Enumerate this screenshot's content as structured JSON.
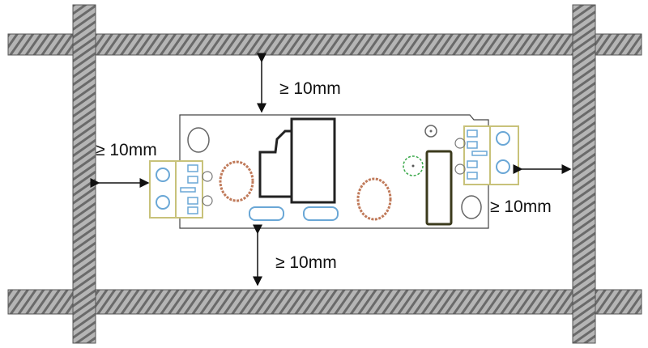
{
  "labels": {
    "top_clearance": "≥ 10mm",
    "bottom_clearance": "≥ 10mm",
    "left_clearance": "≥ 10mm",
    "right_clearance": "≥ 10mm"
  },
  "colors": {
    "rebar": "#9a9a9a",
    "rebar_stripe": "#5e5e5e",
    "terminal": "#c8c27a",
    "pad_blue": "#6aa7d6",
    "coil": "#c07a5a",
    "led": "#3aa84a"
  }
}
